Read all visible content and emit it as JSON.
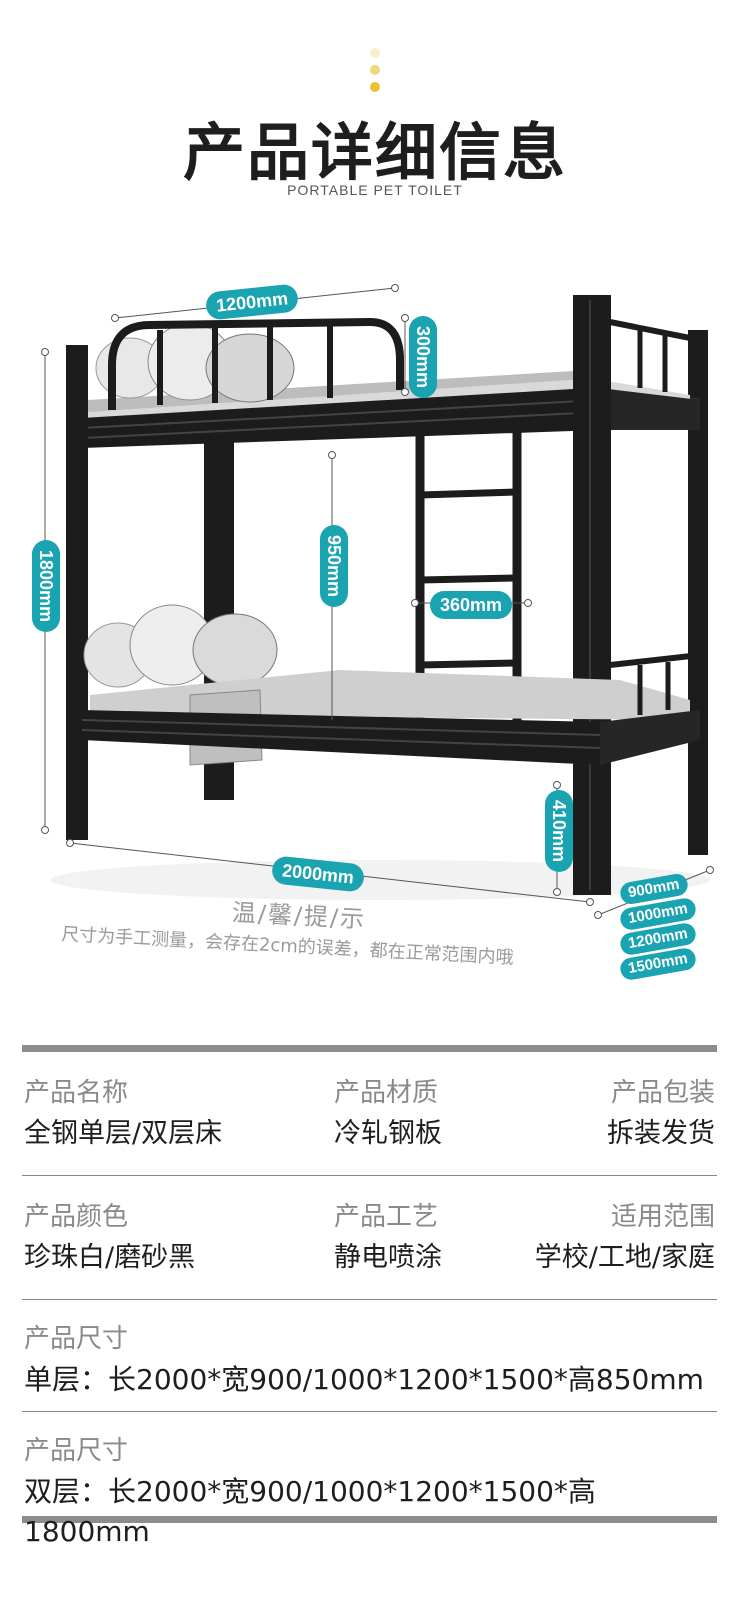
{
  "header": {
    "title": "产品详细信息",
    "subtitle": "PORTABLE PET TOILET"
  },
  "dimensions": {
    "top_length": "1200mm",
    "guard_height": "300mm",
    "total_height": "1800mm",
    "layer_gap": "950mm",
    "ladder_width": "360mm",
    "bottom_height": "410mm",
    "length": "2000mm",
    "widths": [
      "900mm",
      "1000mm",
      "1200mm",
      "1500mm"
    ]
  },
  "hint": {
    "title": "温/馨/提/示",
    "text": "尺寸为手工测量，会存在2cm的误差，都在正常范围内哦"
  },
  "specs": {
    "row1": {
      "name_label": "产品名称",
      "name_value": "全钢单层/双层床",
      "material_label": "产品材质",
      "material_value": "冷轧钢板",
      "package_label": "产品包装",
      "package_value": "拆装发货"
    },
    "row2": {
      "color_label": "产品颜色",
      "color_value": "珍珠白/磨砂黑",
      "craft_label": "产品工艺",
      "craft_value": "静电喷涂",
      "scope_label": "适用范围",
      "scope_value": "学校/工地/家庭"
    },
    "size_single": {
      "label": "产品尺寸",
      "value": "单层：长2000*宽900/1000*1200*1500*高850mm"
    },
    "size_double": {
      "label": "产品尺寸",
      "value": "双层：长2000*宽900/1000*1200*1500*高1800mm"
    }
  },
  "colors": {
    "accent": "#1aa3b0",
    "frame": "#1c1c1c",
    "dot": "#e8c233"
  }
}
